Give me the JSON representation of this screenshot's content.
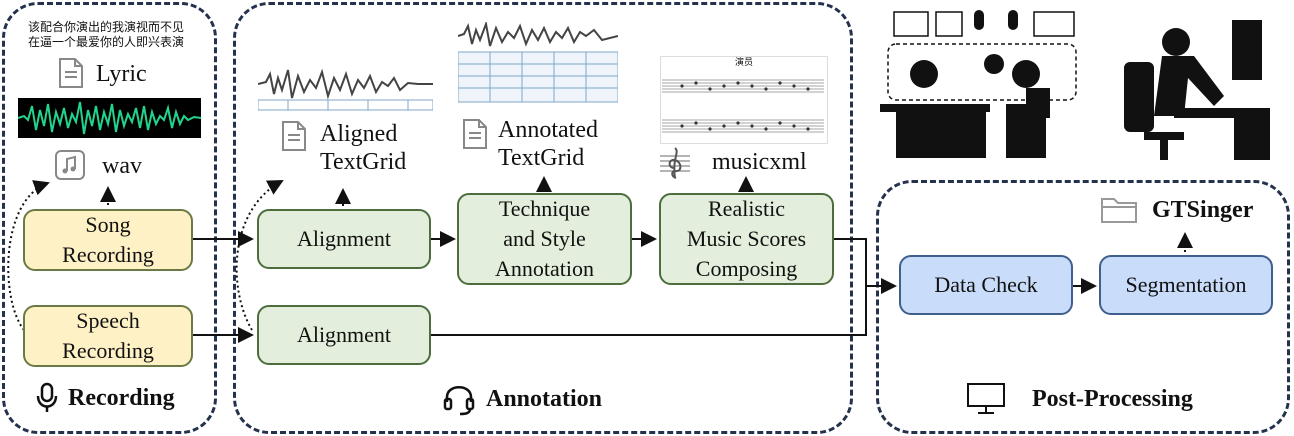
{
  "sections": {
    "recording": {
      "title": "Recording"
    },
    "annotation": {
      "title": "Annotation"
    },
    "post_processing": {
      "title": "Post-Processing"
    }
  },
  "recording": {
    "lyric_text": "该配合你演出的我演视而不见\n在逼一个最爱你的人即兴表演",
    "lyric_label": "Lyric",
    "wav_label": "wav",
    "song_recording": "Song\nRecording",
    "speech_recording": "Speech\nRecording"
  },
  "annotation": {
    "alignment_song": "Alignment",
    "alignment_speech": "Alignment",
    "technique": "Technique\nand Style\nAnnotation",
    "scores": "Realistic\nMusic Scores\nComposing",
    "aligned_label": "Aligned\nTextGrid",
    "annotated_label": "Annotated\nTextGrid",
    "musicxml_label": "musicxml",
    "score_title": "演员"
  },
  "post": {
    "data_check": "Data Check",
    "segmentation": "Segmentation",
    "output": "GTSinger"
  },
  "icons": [
    "file-icon",
    "music-note-icon",
    "microphone-icon",
    "headset-icon",
    "monitor-icon",
    "folder-icon",
    "treble-clef-icon"
  ],
  "colors": {
    "border": "#25324d",
    "recording_box": "#fff1c6",
    "annotation_box": "#e3efdc",
    "post_box": "#c9dcfa",
    "waveform": "#22d48b"
  }
}
